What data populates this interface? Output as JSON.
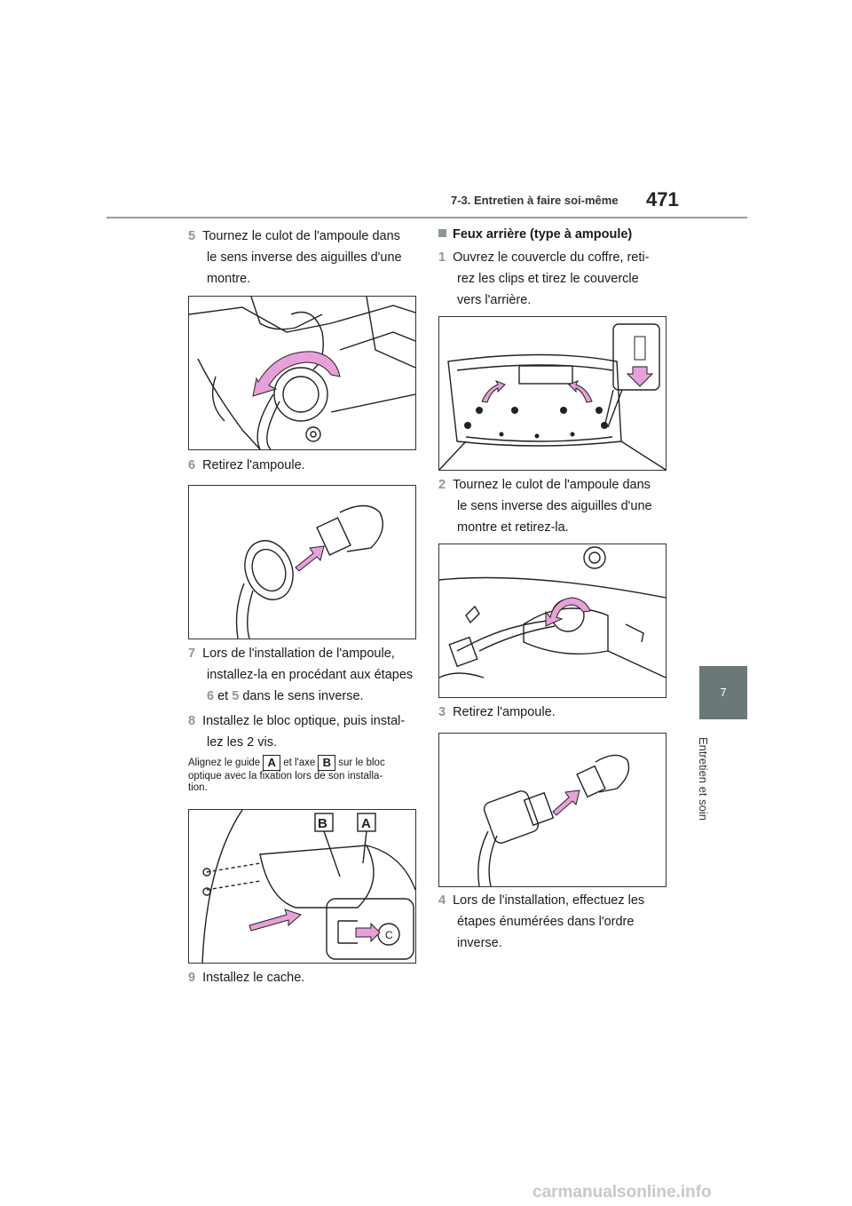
{
  "header": {
    "section": "7-3. Entretien à faire soi-même",
    "page_number": "471"
  },
  "chapter": {
    "number": "7",
    "label": "Entretien et soin"
  },
  "left_column": {
    "step5": {
      "num": "5",
      "line1": "Tournez le culot de l'ampoule dans",
      "line2": "le sens inverse des aiguilles d'une",
      "line3": "montre."
    },
    "step6": {
      "num": "6",
      "text": "Retirez l'ampoule."
    },
    "step7": {
      "num": "7",
      "line1": "Lors de l'installation de l'ampoule,",
      "line2": "installez-la en procédant aux étapes",
      "ref1": "6",
      "mid": "et",
      "ref2": "5",
      "end": "dans le sens inverse."
    },
    "step8": {
      "num": "8",
      "line1": "Installez le bloc optique, puis instal-",
      "line2": "lez les 2 vis."
    },
    "note": {
      "part1": "Alignez le guide",
      "label_a": "A",
      "part2": "et l'axe",
      "label_b": "B",
      "part3": "sur le bloc",
      "line2": "optique avec la fixation lors de son installa-",
      "line3": "tion."
    },
    "figure_labels": {
      "b": "B",
      "a": "A",
      "c": "C"
    },
    "step9": {
      "num": "9",
      "text": "Installez le cache."
    }
  },
  "right_column": {
    "heading": "Feux arrière (type à ampoule)",
    "step1": {
      "num": "1",
      "line1": "Ouvrez le couvercle du coffre, reti-",
      "line2": "rez les clips et tirez le couvercle",
      "line3": "vers l'arrière."
    },
    "step2": {
      "num": "2",
      "line1": "Tournez le culot de l'ampoule dans",
      "line2": "le sens inverse des aiguilles d'une",
      "line3": "montre et retirez-la."
    },
    "step3": {
      "num": "3",
      "text": "Retirez l'ampoule."
    },
    "step4": {
      "num": "4",
      "line1": "Lors de l'installation, effectuez les",
      "line2": "étapes énumérées dans l'ordre",
      "line3": "inverse."
    }
  },
  "colors": {
    "step_number": "#8c9797",
    "arrow": "#e8a0d8",
    "tab": "#6b7878"
  },
  "watermark": "carmanualsonline.info"
}
